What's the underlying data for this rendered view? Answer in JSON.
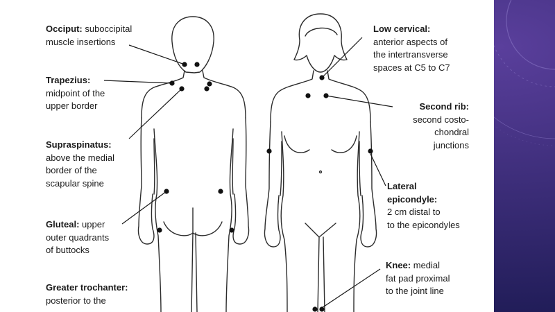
{
  "labels": {
    "occiput": {
      "term": "Occiput:",
      "desc": " suboccipital\nmuscle insertions"
    },
    "trapezius": {
      "term": "Trapezius:",
      "desc": "\nmidpoint of the\nupper border"
    },
    "supraspinatus": {
      "term": "Supraspinatus:",
      "desc": "\nabove the medial\nborder of the\nscapular spine"
    },
    "gluteal": {
      "term": "Gluteal:",
      "desc": " upper\nouter quadrants\nof buttocks"
    },
    "trochanter": {
      "term": "Greater trochanter:",
      "desc": "\nposterior to the"
    },
    "low_cervical": {
      "term": "Low cervical:",
      "desc": "\nanterior aspects of\nthe intertransverse\nspaces at C5 to C7"
    },
    "second_rib": {
      "term": "Second rib:",
      "desc": "\nsecond costo-\nchondral\njunctions"
    },
    "lateral_epicondyle": {
      "term": "Lateral\nepicondyle:",
      "desc": "\n2 cm distal to\nto the epicondyles"
    },
    "knee": {
      "term": "Knee:",
      "desc": " medial\nfat pad proximal\nto the joint line"
    }
  },
  "colors": {
    "line": "#1a1a1a",
    "dot": "#111111",
    "background_outer": "#2a1f5e",
    "sheet": "#ffffff"
  },
  "icons": {
    "tender_point": "black-dot-marker"
  }
}
